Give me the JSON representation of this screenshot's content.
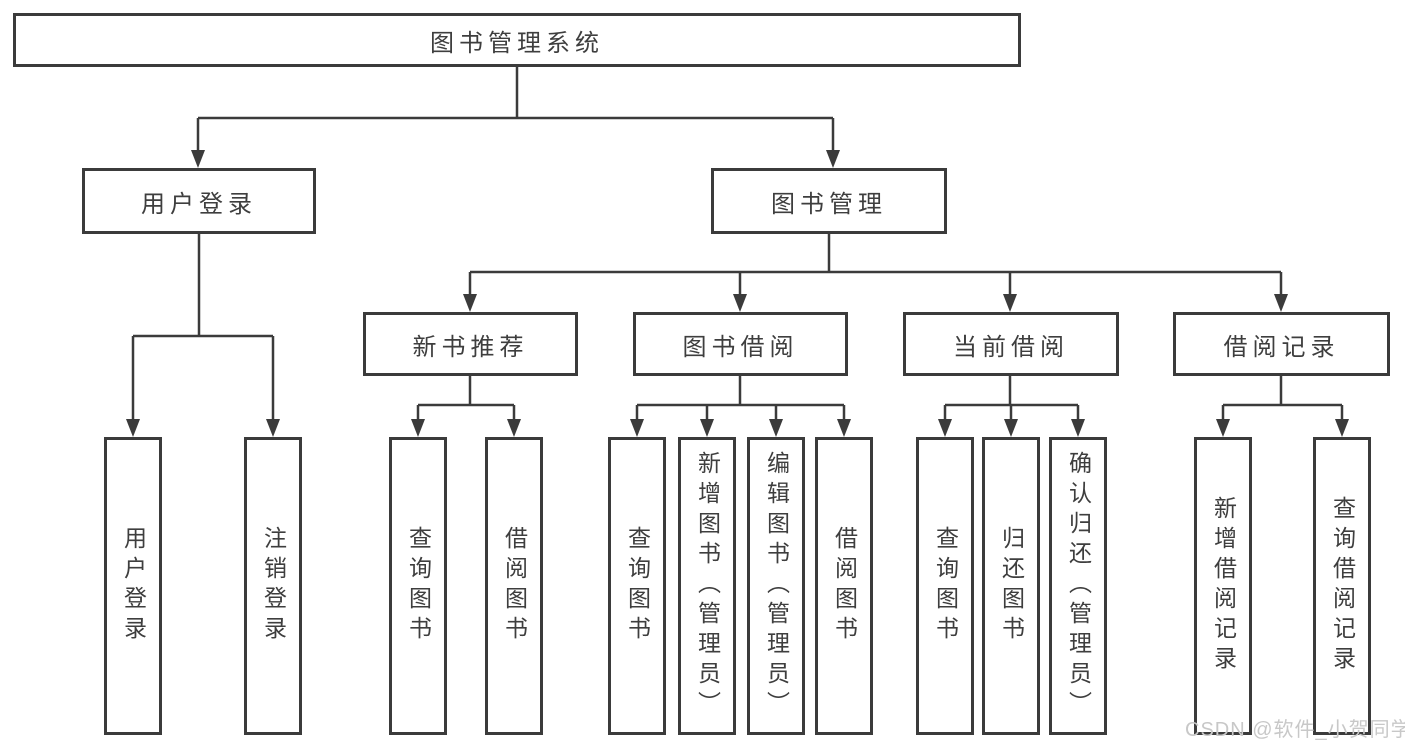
{
  "diagram": {
    "root": {
      "label": "图书管理系统"
    },
    "branches": [
      {
        "label": "用户登录",
        "children": [
          "用户登录",
          "注销登录"
        ]
      },
      {
        "label": "图书管理",
        "groups": [
          {
            "label": "新书推荐",
            "children": [
              "查询图书",
              "借阅图书"
            ]
          },
          {
            "label": "图书借阅",
            "children": [
              "查询图书",
              "新增图书（管理员）",
              "编辑图书（管理员）",
              "借阅图书"
            ]
          },
          {
            "label": "当前借阅",
            "children": [
              "查询图书",
              "归还图书",
              "确认归还（管理员）"
            ]
          },
          {
            "label": "借阅记录",
            "children": [
              "新增借阅记录",
              "查询借阅记录"
            ]
          }
        ]
      }
    ]
  },
  "watermark": {
    "text": "CSDN @软件_小贺同学"
  },
  "colors": {
    "line": "#3b3b3b",
    "text": "#3e3e3e",
    "background": "#ffffff",
    "watermark": "#c8c8c8"
  }
}
